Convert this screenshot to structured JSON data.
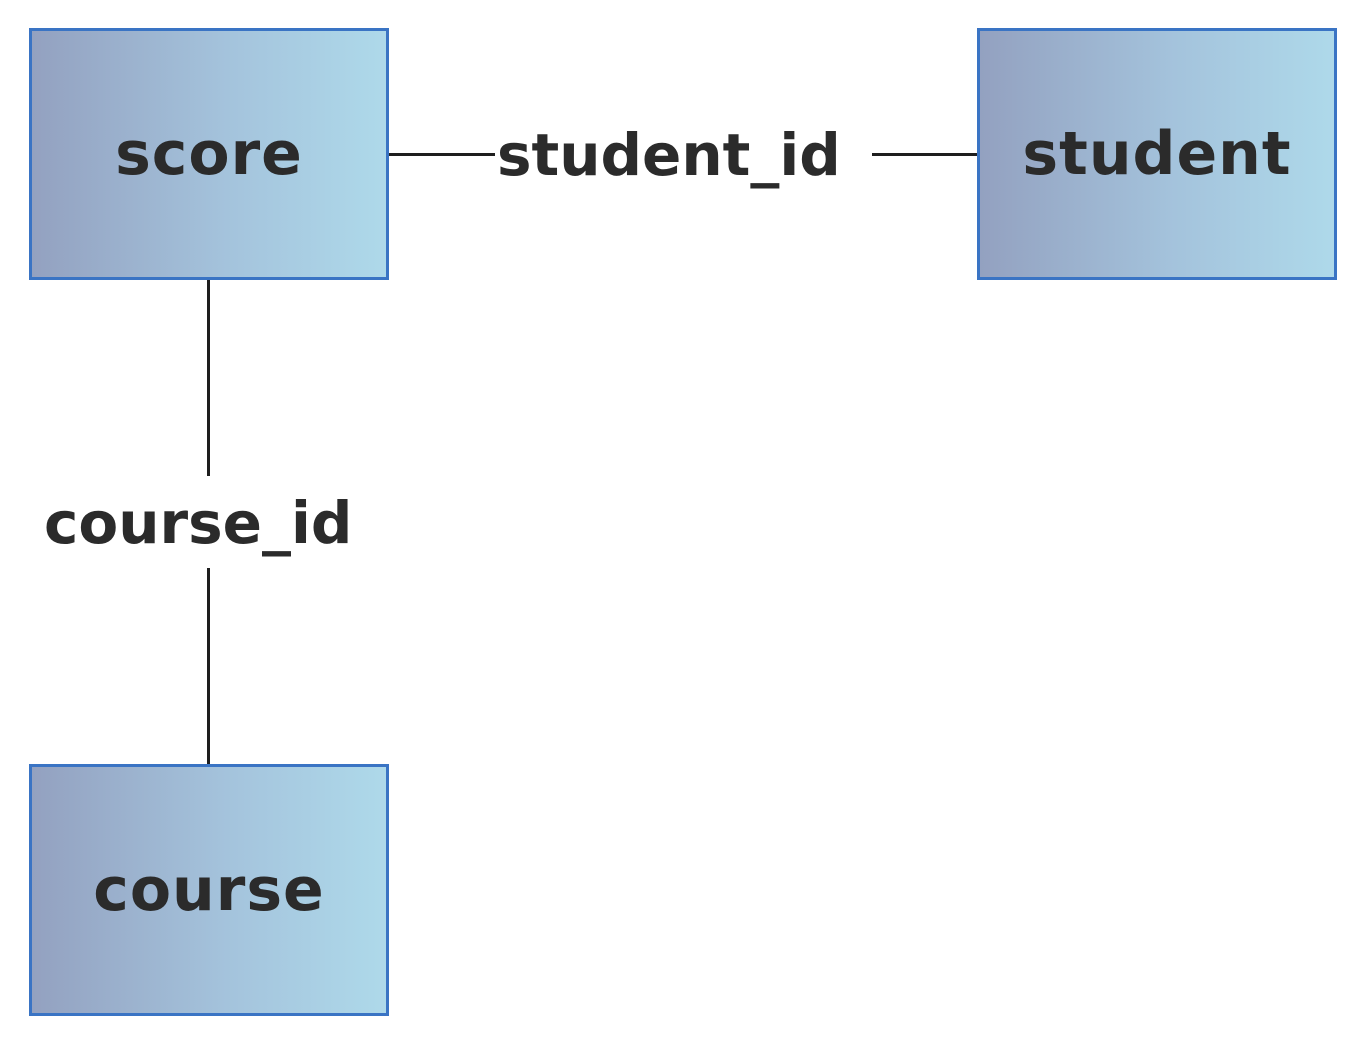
{
  "entities": {
    "score": "score",
    "student": "student",
    "course": "course"
  },
  "relationships": {
    "score_student": "student_id",
    "score_course": "course_id"
  },
  "colors": {
    "entity_border": "#3a74c4",
    "entity_gradient_start": "#93a1c0",
    "entity_gradient_end": "#aed9ea",
    "line": "#1e1e1e",
    "text": "#2b2b2b"
  }
}
